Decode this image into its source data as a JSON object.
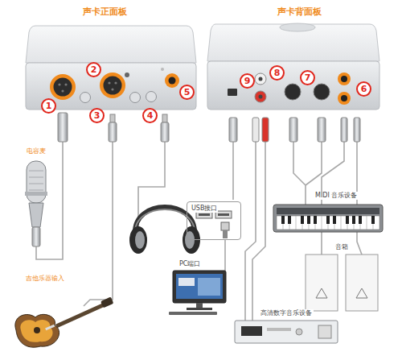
{
  "diagram": {
    "nodes": [
      {
        "text": [
          "1"
        ]
      },
      {
        "text": [
          "2"
        ]
      },
      {
        "text": [
          "3"
        ]
      },
      {
        "text": [
          "4"
        ]
      },
      {
        "text": [
          "5"
        ]
      },
      {
        "text": [
          "6"
        ]
      },
      {
        "text": [
          "7"
        ]
      },
      {
        "text": [
          "8"
        ]
      },
      {
        "text": [
          "9"
        ]
      },
      {
        "text": [
          "USB接口"
        ]
      }
    ],
    "labels": [
      "声卡正面板",
      "声卡背面板",
      "电容麦",
      "吉他乐器输入",
      "PC端口",
      "MIDI 音乐设备",
      "音箱",
      "高清数字音乐设备"
    ]
  }
}
